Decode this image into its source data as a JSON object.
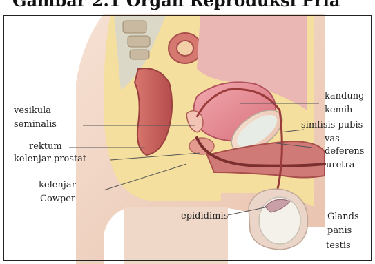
{
  "title": "Gambar 2.1 Organ Reproduksi Pria",
  "labels": {
    "vesikula": "vesikula",
    "seminalis": "seminalis",
    "rektum": "rektum",
    "kelenjar_prostat": "kelenjar prostat",
    "kelenjar": "kelenjar",
    "cowper": "Cowper",
    "kandung": "kandung",
    "kemih": "kemih",
    "simfisis_pubis": "simfisis pubis",
    "vas": "vas",
    "deferens": "deferens",
    "uretra": "uretra",
    "epididimis": "epididimis",
    "glands": "Glands",
    "panis": "panis",
    "testis": "testis"
  },
  "colors": {
    "skin": "#f1d6c5",
    "fat": "#f5e0a3",
    "bladder": "#e48a93",
    "muscle": "#c9605c",
    "bone": "#e9eee9",
    "leader": "#555555"
  }
}
